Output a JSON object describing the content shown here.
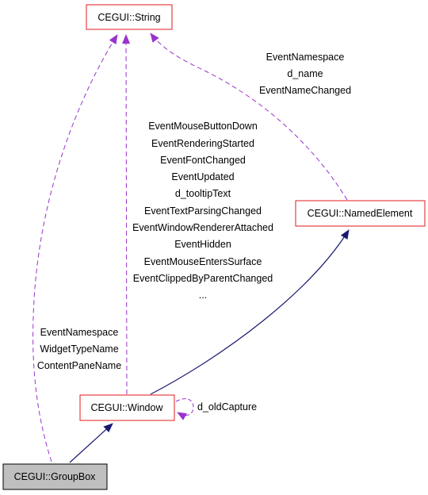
{
  "nodes": {
    "string": "CEGUI::String",
    "named_element": "CEGUI::NamedElement",
    "window": "CEGUI::Window",
    "group_box": "CEGUI::GroupBox"
  },
  "edges": {
    "named_element_to_string": [
      "EventNamespace",
      "d_name",
      "EventNameChanged"
    ],
    "window_to_string": [
      "EventMouseButtonDown",
      "EventRenderingStarted",
      "EventFontChanged",
      "EventUpdated",
      "d_tooltipText",
      "EventTextParsingChanged",
      "EventWindowRendererAttached",
      "EventHidden",
      "EventMouseEntersSurface",
      "EventClippedByParentChanged",
      "..."
    ],
    "group_box_to_string": [
      "EventNamespace",
      "WidgetTypeName",
      "ContentPaneName"
    ],
    "window_self": "d_oldCapture"
  },
  "colors": {
    "node_border": "#e31a1c",
    "focus_node_fill": "#bfbfbf",
    "inheritance_edge": "#191970",
    "usage_edge": "#9a32cd"
  }
}
